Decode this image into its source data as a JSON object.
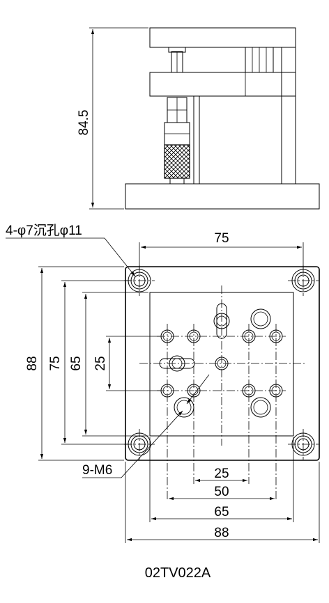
{
  "drawing": {
    "model": "02TV022A",
    "height_dimension": "84.5",
    "hole_note_counterbore": "4-φ7沉孔φ11",
    "hole_note_thread": "9-M6",
    "top_dimensions": {
      "width_75": "75"
    },
    "left_dimensions": {
      "d88": "88",
      "d75": "75",
      "d65": "65",
      "d25": "25"
    },
    "bottom_dimensions": {
      "d25": "25",
      "d50": "50",
      "d65": "65",
      "d88": "88"
    }
  }
}
